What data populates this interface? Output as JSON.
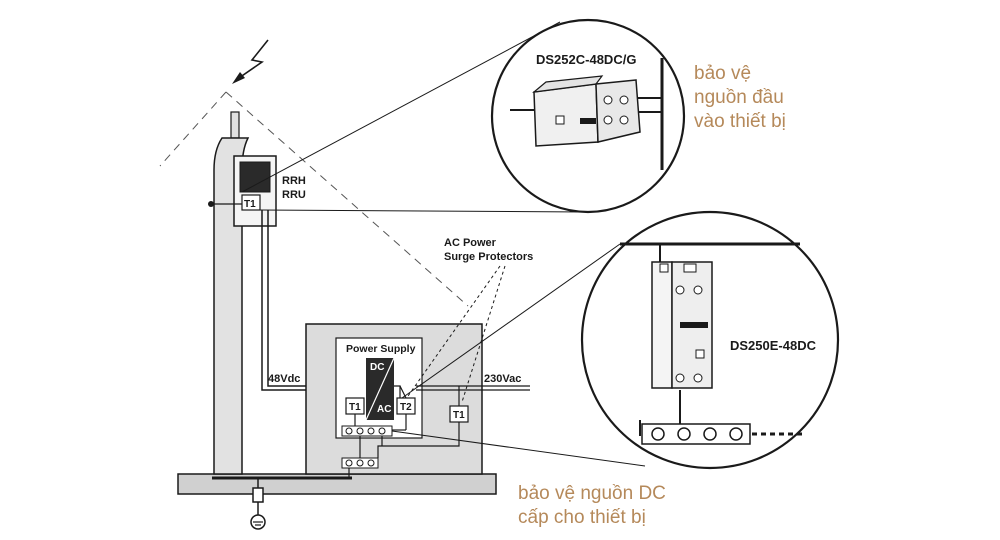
{
  "labels": {
    "rrh": "RRH",
    "rru": "RRU",
    "t1": "T1",
    "t2": "T2",
    "power_supply": "Power Supply",
    "dc": "DC",
    "ac": "AC",
    "v48dc": "48Vdc",
    "v230ac": "230Vac",
    "ac_power_line1": "AC Power",
    "ac_power_line2": "Surge Protectors",
    "model_top": "DS252C-48DC/G",
    "model_bottom": "DS250E-48DC"
  },
  "notes": {
    "top_right": {
      "line1": "bảo vệ",
      "line2": "nguồn đầu",
      "line3": "vào thiết bị"
    },
    "bottom": {
      "line1": "bảo vệ nguồn DC",
      "line2": "cấp cho thiết bị"
    }
  },
  "colors": {
    "note_text": "#b5895a",
    "enclosure_fill": "#dcdcdc",
    "ground_fill": "#d0d0d0",
    "line": "#1a1a1a"
  }
}
